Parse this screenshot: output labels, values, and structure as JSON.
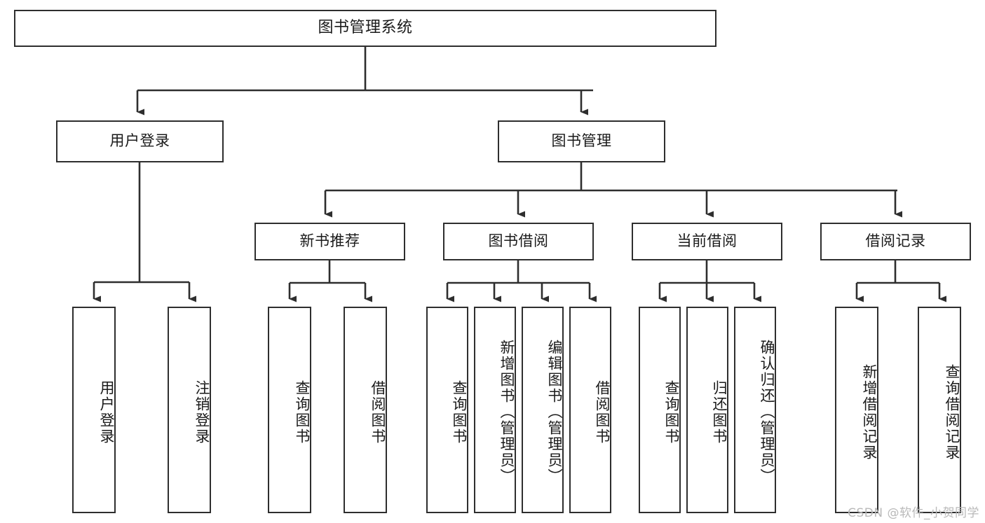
{
  "diagram": {
    "kind": "tree-hierarchy-chart",
    "title": "图书管理系统",
    "line_color": "#2e2e2e",
    "box_fill": "#ffffff",
    "text_color": "#1a1a1a",
    "watermark": "CSDN @软件_小贺同学",
    "levels": {
      "root": {
        "label": "图书管理系统"
      },
      "level2": [
        {
          "label": "用户登录"
        },
        {
          "label": "图书管理"
        }
      ],
      "level3": [
        {
          "label": "新书推荐"
        },
        {
          "label": "图书借阅"
        },
        {
          "label": "当前借阅"
        },
        {
          "label": "借阅记录"
        }
      ],
      "leaves": [
        {
          "label": "用户登录",
          "parent": "用户登录"
        },
        {
          "label": "注销登录",
          "parent": "用户登录"
        },
        {
          "label": "查询图书",
          "parent": "新书推荐"
        },
        {
          "label": "借阅图书",
          "parent": "新书推荐"
        },
        {
          "label": "查询图书",
          "parent": "图书借阅"
        },
        {
          "label": "新增图书（管理员）",
          "parent": "图书借阅"
        },
        {
          "label": "编辑图书（管理员）",
          "parent": "图书借阅"
        },
        {
          "label": "借阅图书",
          "parent": "图书借阅"
        },
        {
          "label": "查询图书",
          "parent": "当前借阅"
        },
        {
          "label": "归还图书",
          "parent": "当前借阅"
        },
        {
          "label": "确认归还（管理员）",
          "parent": "当前借阅"
        },
        {
          "label": "新增借阅记录",
          "parent": "借阅记录"
        },
        {
          "label": "查询借阅记录",
          "parent": "借阅记录"
        }
      ]
    }
  }
}
